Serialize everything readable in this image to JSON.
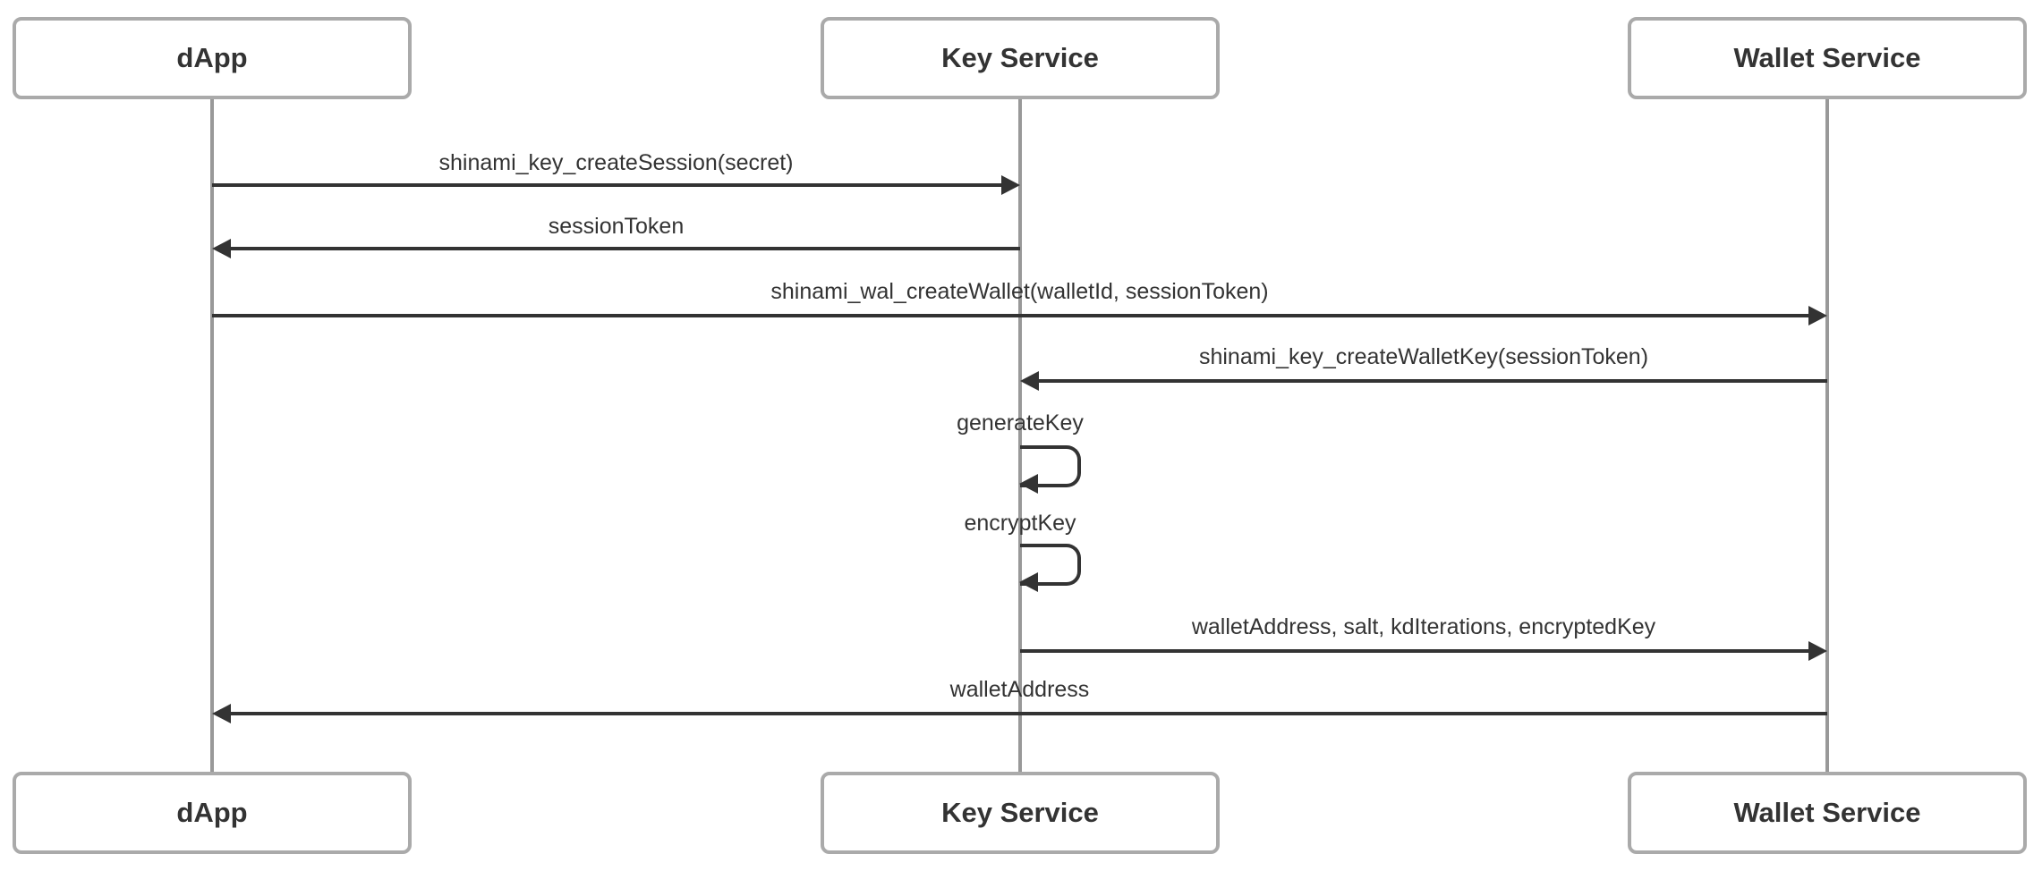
{
  "diagram": {
    "type": "sequence",
    "participants": [
      {
        "id": "dapp",
        "label": "dApp"
      },
      {
        "id": "key-service",
        "label": "Key Service"
      },
      {
        "id": "wallet-service",
        "label": "Wallet Service"
      }
    ],
    "messages": [
      {
        "from": "dApp",
        "to": "Key Service",
        "label": "shinami_key_createSession(secret)",
        "line": "solid",
        "arrowhead": "filled"
      },
      {
        "from": "Key Service",
        "to": "dApp",
        "label": "sessionToken",
        "line": "solid",
        "arrowhead": "filled"
      },
      {
        "from": "dApp",
        "to": "Wallet Service",
        "label": "shinami_wal_createWallet(walletId, sessionToken)",
        "line": "solid",
        "arrowhead": "filled"
      },
      {
        "from": "Wallet Service",
        "to": "Key Service",
        "label": "shinami_key_createWalletKey(sessionToken)",
        "line": "solid",
        "arrowhead": "filled"
      },
      {
        "from": "Key Service",
        "to": "Key Service",
        "label": "generateKey",
        "line": "self",
        "arrowhead": "filled"
      },
      {
        "from": "Key Service",
        "to": "Key Service",
        "label": "encryptKey",
        "line": "self",
        "arrowhead": "filled"
      },
      {
        "from": "Key Service",
        "to": "Wallet Service",
        "label": "walletAddress, salt, kdIterations, encryptedKey",
        "line": "solid",
        "arrowhead": "filled"
      },
      {
        "from": "Wallet Service",
        "to": "dApp",
        "label": "walletAddress",
        "line": "solid",
        "arrowhead": "filled"
      }
    ],
    "colors": {
      "background": "#ffffff",
      "actor_fill": "#ffffff",
      "actor_border": "#aaaaaa",
      "lifeline": "#999999",
      "message_line": "#333333",
      "text": "#333333"
    }
  }
}
